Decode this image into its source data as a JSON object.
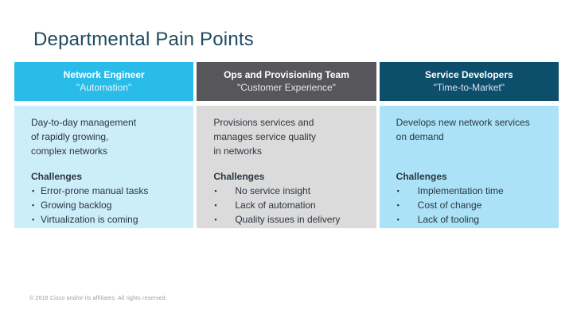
{
  "slide": {
    "title": "Departmental Pain Points",
    "footer": "© 2018 Cisco and/or its affiliates. All rights reserved."
  },
  "colors": {
    "title": "#1e4c61",
    "body_text": "#2b363e",
    "col1_header_bg": "#29bce9",
    "col2_header_bg": "#57575b",
    "col3_header_bg": "#0d4e6b",
    "col1_body_bg": "#cceefb",
    "col2_body_bg": "#dbdbdc",
    "col3_body_bg": "#abe2f8"
  },
  "columns": [
    {
      "header": {
        "title": "Network Engineer",
        "subtitle": "\"Automation\""
      },
      "description": "Day-to-day management\nof rapidly growing,\ncomplex networks",
      "challenges_label": "Challenges",
      "challenges": [
        "Error-prone manual tasks",
        "Growing backlog",
        "Virtualization is coming"
      ]
    },
    {
      "header": {
        "title": "Ops and Provisioning Team",
        "subtitle": "\"Customer Experience\""
      },
      "description": "Provisions services and\nmanages service quality\nin networks",
      "challenges_label": "Challenges",
      "challenges": [
        "No service insight",
        "Lack of automation",
        "Quality issues in delivery"
      ]
    },
    {
      "header": {
        "title": "Service Developers",
        "subtitle": "\"Time-to-Market\""
      },
      "description": "Develops new network services\non demand",
      "challenges_label": "Challenges",
      "challenges": [
        "Implementation time",
        "Cost of change",
        "Lack of tooling"
      ]
    }
  ]
}
